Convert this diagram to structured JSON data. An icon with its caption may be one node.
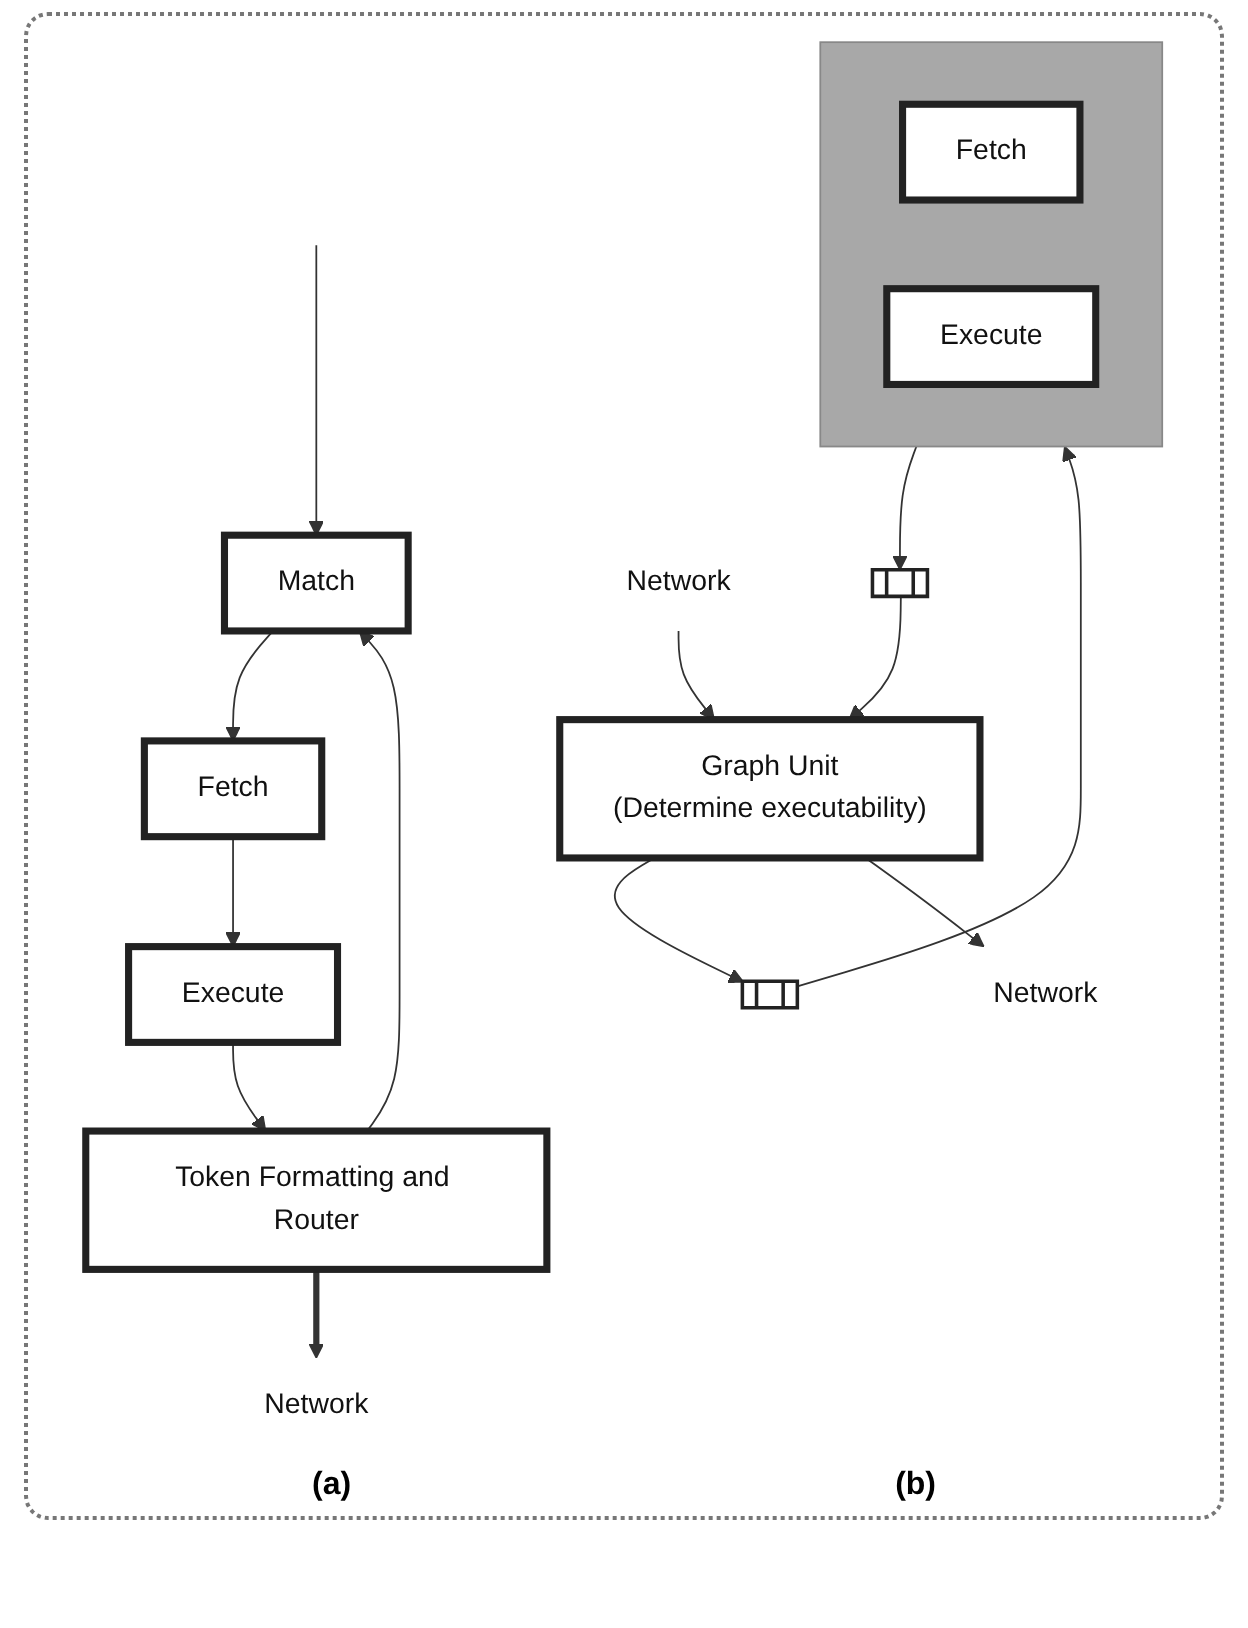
{
  "diagram": {
    "nodes": [
      {
        "text": [
          "Match"
        ]
      },
      {
        "text": [
          "Fetch"
        ]
      },
      {
        "text": [
          "Execute"
        ]
      },
      {
        "text": [
          "Token Formatting and Router"
        ]
      },
      {
        "text": [
          "Network"
        ]
      },
      {
        "text": [
          "Network"
        ]
      },
      {
        "text": [
          "Graph Unit",
          "(Determine executability)"
        ]
      },
      {
        "text": [],
        "shape": "queue"
      },
      {
        "text": [],
        "shape": "box"
      },
      {
        "text": [
          "Fetch"
        ],
        "in": 8
      },
      {
        "text": [],
        "shape": "queue"
      },
      {
        "text": [
          "Execute"
        ],
        "in": 8
      },
      {
        "text": [
          "Network"
        ]
      }
    ],
    "edges": [
      {
        "from": null,
        "to": 0,
        "arrow": "to"
      },
      {
        "from": 0,
        "to": 1,
        "arrow": "to"
      },
      {
        "from": 1,
        "to": 2,
        "arrow": "to"
      },
      {
        "from": 2,
        "to": 3,
        "arrow": "to"
      },
      {
        "from": 3,
        "to": 0,
        "arrow": "to"
      },
      {
        "from": 3,
        "to": 4,
        "arrow": "to",
        "style": "thick"
      },
      {
        "from": 5,
        "to": 6,
        "arrow": "to"
      },
      {
        "from": 6,
        "to": 7,
        "arrow": "to"
      },
      {
        "from": 7,
        "to": 8,
        "arrow": "to"
      },
      {
        "from": 8,
        "to": 10,
        "arrow": "to"
      },
      {
        "from": 10,
        "to": 6,
        "arrow": "to"
      },
      {
        "from": 6,
        "to": 12,
        "arrow": "to"
      }
    ],
    "labels": [
      "(a)",
      "(b)"
    ]
  }
}
